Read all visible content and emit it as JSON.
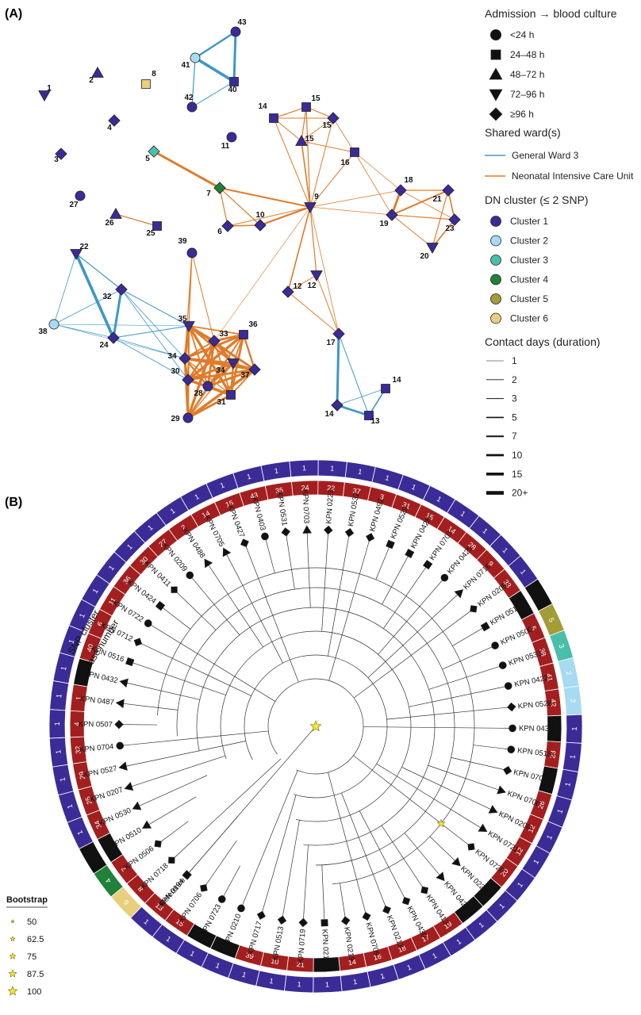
{
  "panels": {
    "a": "(A)",
    "b": "(B)"
  },
  "colors": {
    "node_fill": "#3b2b96",
    "general_ward": "#3d97c8",
    "nicu": "#e07b2a",
    "ring_outer": "#3b2b96",
    "ring_inner": "#a31f1f",
    "ring_none": "#111111"
  },
  "legend": {
    "admission_title": "Admission → blood culture",
    "admission_items": [
      {
        "shape": "circle",
        "label": "<24 h"
      },
      {
        "shape": "square",
        "label": "24–48 h"
      },
      {
        "shape": "triangle-up",
        "label": "48–72 h"
      },
      {
        "shape": "triangle-down",
        "label": "72–96 h"
      },
      {
        "shape": "diamond",
        "label": "≥96 h"
      }
    ],
    "ward_title": "Shared ward(s)",
    "ward_items": [
      {
        "label": "General Ward 3",
        "color": "#3d97c8"
      },
      {
        "label": "Neonatal Intensive Care Unit",
        "color": "#e07b2a"
      }
    ],
    "cluster_title": "DN cluster (≤ 2 SNP)",
    "cluster_items": [
      {
        "label": "Cluster 1",
        "color": "#3b2b96"
      },
      {
        "label": "Cluster 2",
        "color": "#a6dbf2"
      },
      {
        "label": "Cluster 3",
        "color": "#49bfa9"
      },
      {
        "label": "Cluster 4",
        "color": "#21803a"
      },
      {
        "label": "Cluster 5",
        "color": "#a39c37"
      },
      {
        "label": "Cluster 6",
        "color": "#e8cf7d"
      }
    ],
    "contact_title": "Contact days (duration)",
    "contact_items": [
      {
        "label": "1",
        "w": 0.6
      },
      {
        "label": "2",
        "w": 0.8
      },
      {
        "label": "3",
        "w": 1.0
      },
      {
        "label": "5",
        "w": 1.6
      },
      {
        "label": "7",
        "w": 2.0
      },
      {
        "label": "10",
        "w": 2.8
      },
      {
        "label": "15",
        "w": 3.6
      },
      {
        "label": "20+",
        "w": 4.6
      }
    ]
  },
  "network": {
    "nodes": [
      {
        "label": "1",
        "shape": "triangle-down",
        "cluster": 1
      },
      {
        "label": "2",
        "shape": "triangle-up",
        "cluster": 1
      },
      {
        "label": "8",
        "shape": "square",
        "cluster": 6
      },
      {
        "label": "43",
        "shape": "circle",
        "cluster": 1
      },
      {
        "label": "41",
        "shape": "circle",
        "cluster": 2
      },
      {
        "label": "40",
        "shape": "square",
        "cluster": 1
      },
      {
        "label": "42",
        "shape": "circle",
        "cluster": 1
      },
      {
        "label": "4",
        "shape": "diamond",
        "cluster": 1
      },
      {
        "label": "3",
        "shape": "diamond",
        "cluster": 1
      },
      {
        "label": "11",
        "shape": "circle",
        "cluster": 1
      },
      {
        "label": "5",
        "shape": "diamond",
        "cluster": 3
      },
      {
        "label": "27",
        "shape": "circle",
        "cluster": 1
      },
      {
        "label": "26",
        "shape": "triangle-up",
        "cluster": 1
      },
      {
        "label": "25",
        "shape": "square",
        "cluster": 1
      },
      {
        "label": "7",
        "shape": "diamond",
        "cluster": 4
      },
      {
        "label": "6",
        "shape": "diamond",
        "cluster": 1
      },
      {
        "label": "10",
        "shape": "diamond",
        "cluster": 1
      },
      {
        "label": "9",
        "shape": "triangle-down",
        "cluster": 1
      },
      {
        "label": "14",
        "shape": "square",
        "cluster": 1
      },
      {
        "label": "15",
        "shape": "square",
        "cluster": 1
      },
      {
        "label": "15",
        "shape": "diamond",
        "cluster": 1
      },
      {
        "label": "15",
        "shape": "triangle-up",
        "cluster": 1
      },
      {
        "label": "16",
        "shape": "square",
        "cluster": 1
      },
      {
        "label": "18",
        "shape": "diamond",
        "cluster": 1
      },
      {
        "label": "21",
        "shape": "diamond",
        "cluster": 1
      },
      {
        "label": "19",
        "shape": "diamond",
        "cluster": 1
      },
      {
        "label": "23",
        "shape": "diamond",
        "cluster": 1
      },
      {
        "label": "20",
        "shape": "triangle-down",
        "cluster": 1
      },
      {
        "label": "12",
        "shape": "diamond",
        "cluster": 1
      },
      {
        "label": "12",
        "shape": "triangle-down",
        "cluster": 1
      },
      {
        "label": "22",
        "shape": "triangle-down",
        "cluster": 1
      },
      {
        "label": "38",
        "shape": "circle",
        "cluster": 2
      },
      {
        "label": "32",
        "shape": "diamond",
        "cluster": 1
      },
      {
        "label": "24",
        "shape": "diamond",
        "cluster": 1
      },
      {
        "label": "39",
        "shape": "circle",
        "cluster": 1
      },
      {
        "label": "35",
        "shape": "triangle-down",
        "cluster": 1
      },
      {
        "label": "33",
        "shape": "diamond",
        "cluster": 1
      },
      {
        "label": "36",
        "shape": "square",
        "cluster": 1
      },
      {
        "label": "34",
        "shape": "diamond",
        "cluster": 1
      },
      {
        "label": "34",
        "shape": "triangle-down",
        "cluster": 1
      },
      {
        "label": "30",
        "shape": "diamond",
        "cluster": 1
      },
      {
        "label": "37",
        "shape": "diamond",
        "cluster": 1
      },
      {
        "label": "28",
        "shape": "circle",
        "cluster": 1
      },
      {
        "label": "31",
        "shape": "square",
        "cluster": 1
      },
      {
        "label": "29",
        "shape": "circle",
        "cluster": 1
      },
      {
        "label": "17",
        "shape": "diamond",
        "cluster": 1
      },
      {
        "label": "14",
        "shape": "square",
        "cluster": 1
      },
      {
        "label": "14",
        "shape": "diamond",
        "cluster": 1
      },
      {
        "label": "13",
        "shape": "square",
        "cluster": 1
      }
    ]
  },
  "tree": {
    "reference_label": "Reference",
    "snp_cluster_label": "SNP cluster",
    "case_number_label": "Case number",
    "tips": [
      {
        "id": "KPN 0718",
        "shape": "diamond",
        "case": "8",
        "cluster": "6"
      },
      {
        "id": "KPN 0506",
        "shape": "diamond",
        "case": "7",
        "cluster": "4"
      },
      {
        "id": "KPN 0510",
        "shape": "triangle-up",
        "case": "",
        "cluster": ""
      },
      {
        "id": "KPN 0530",
        "shape": "triangle-up",
        "case": "34",
        "cluster": "1"
      },
      {
        "id": "KPN 0207",
        "shape": "triangle-up",
        "case": "25",
        "cluster": "1"
      },
      {
        "id": "KPN 0527",
        "shape": "triangle-up",
        "case": "29",
        "cluster": "1"
      },
      {
        "id": "KPN 0704",
        "shape": "circle",
        "case": "32",
        "cluster": "1"
      },
      {
        "id": "KPN 0507",
        "shape": "diamond",
        "case": "4",
        "cluster": "1"
      },
      {
        "id": "KPN 0487",
        "shape": "triangle-up",
        "case": "1",
        "cluster": "1"
      },
      {
        "id": "KPN 0432",
        "shape": "triangle-up",
        "case": "",
        "cluster": "1"
      },
      {
        "id": "KPN 0516",
        "shape": "square",
        "case": "40",
        "cluster": "1"
      },
      {
        "id": "KPN 0712",
        "shape": "diamond",
        "case": "6",
        "cluster": "1"
      },
      {
        "id": "KPN 0722",
        "shape": "circle",
        "case": "11",
        "cluster": "1"
      },
      {
        "id": "KPN 0424",
        "shape": "square",
        "case": "36",
        "cluster": "1"
      },
      {
        "id": "KPN 0411",
        "shape": "diamond",
        "case": "30",
        "cluster": "1"
      },
      {
        "id": "KPN 0209",
        "shape": "circle",
        "case": "27",
        "cluster": "1"
      },
      {
        "id": "KPN 0488",
        "shape": "triangle-up",
        "case": "2",
        "cluster": "1"
      },
      {
        "id": "KPN 0705",
        "shape": "triangle-up",
        "case": "14",
        "cluster": "1"
      },
      {
        "id": "KPN 0427",
        "shape": "diamond",
        "case": "15",
        "cluster": "1"
      },
      {
        "id": "KPN 0403",
        "shape": "circle",
        "case": "43",
        "cluster": "1"
      },
      {
        "id": "KPN 0531",
        "shape": "diamond",
        "case": "35",
        "cluster": "1"
      },
      {
        "id": "KPN 0703",
        "shape": "triangle-up",
        "case": "24",
        "cluster": "1"
      },
      {
        "id": "KPN 0223",
        "shape": "diamond",
        "case": "22",
        "cluster": "1"
      },
      {
        "id": "KPN 0532",
        "shape": "diamond",
        "case": "37",
        "cluster": "1"
      },
      {
        "id": "KPN 0492",
        "shape": "diamond",
        "case": "3",
        "cluster": "1"
      },
      {
        "id": "KPN 0529",
        "shape": "square",
        "case": "31",
        "cluster": "1"
      },
      {
        "id": "KPN 0428",
        "shape": "square",
        "case": "15",
        "cluster": "1"
      },
      {
        "id": "KPN 0707",
        "shape": "square",
        "case": "14",
        "cluster": "1"
      },
      {
        "id": "KPN 0425",
        "shape": "circle",
        "case": "28",
        "cluster": "1"
      },
      {
        "id": "KPN 0716",
        "shape": "triangle-up",
        "case": "9",
        "cluster": "1"
      },
      {
        "id": "KPN 0205",
        "shape": "diamond",
        "case": "33",
        "cluster": "1"
      },
      {
        "id": "KPN 0511",
        "shape": "square",
        "case": "",
        "cluster": ""
      },
      {
        "id": "KPN 0500",
        "shape": "circle",
        "case": "5",
        "cluster": "5"
      },
      {
        "id": "KPN 0533",
        "shape": "circle",
        "case": "38",
        "cluster": "3"
      },
      {
        "id": "KPN 0422",
        "shape": "circle",
        "case": "41",
        "cluster": "2"
      },
      {
        "id": "KPN 0528",
        "shape": "diamond",
        "case": "42",
        "cluster": "2"
      },
      {
        "id": "KPN 0431",
        "shape": "circle",
        "case": "",
        "cluster": "1"
      },
      {
        "id": "KPN 0518",
        "shape": "circle",
        "case": "23",
        "cluster": "1"
      },
      {
        "id": "KPN 0702",
        "shape": "diamond",
        "case": "",
        "cluster": "1"
      },
      {
        "id": "KPN 0700",
        "shape": "triangle-up",
        "case": "26",
        "cluster": "1"
      },
      {
        "id": "KPN 0208",
        "shape": "triangle-up",
        "case": "12",
        "cluster": "1"
      },
      {
        "id": "KPN 0721",
        "shape": "triangle-up",
        "case": "12",
        "cluster": "1"
      },
      {
        "id": "KPN 0720",
        "shape": "diamond",
        "case": "20",
        "cluster": "1"
      },
      {
        "id": "KPN 0220",
        "shape": "triangle-up",
        "case": "",
        "cluster": "1"
      },
      {
        "id": "KPN 0429",
        "shape": "triangle-up",
        "case": "",
        "cluster": "1"
      },
      {
        "id": "KPN 0413",
        "shape": "diamond",
        "case": "19",
        "cluster": "1"
      },
      {
        "id": "KPN 0430",
        "shape": "diamond",
        "case": "17",
        "cluster": "1"
      },
      {
        "id": "KPN 0213",
        "shape": "diamond",
        "case": "18",
        "cluster": "1"
      },
      {
        "id": "KPN 0709",
        "shape": "diamond",
        "case": "16",
        "cluster": "1"
      },
      {
        "id": "KPN 0219",
        "shape": "diamond",
        "case": "14",
        "cluster": "1"
      },
      {
        "id": "KPN 0212",
        "shape": "square",
        "case": "",
        "cluster": "1"
      },
      {
        "id": "KPN 0719",
        "shape": "diamond",
        "case": "21",
        "cluster": "1"
      },
      {
        "id": "KPN 0513",
        "shape": "diamond",
        "case": "10",
        "cluster": "1"
      },
      {
        "id": "KPN 0717",
        "shape": "diamond",
        "case": "39",
        "cluster": "1"
      },
      {
        "id": "KPN 0210",
        "shape": "circle",
        "case": "",
        "cluster": "1"
      },
      {
        "id": "KPN 0723",
        "shape": "circle",
        "case": "",
        "cluster": "1"
      },
      {
        "id": "KPN 0706",
        "shape": "diamond",
        "case": "15",
        "cluster": "1"
      },
      {
        "id": "KPN 0194",
        "shape": "square",
        "case": "13",
        "cluster": "1"
      }
    ]
  },
  "bootstrap": {
    "title": "Bootstrap",
    "items": [
      {
        "label": "50",
        "size": 2
      },
      {
        "label": "62.5",
        "size": 3
      },
      {
        "label": "75",
        "size": 4
      },
      {
        "label": "87.5",
        "size": 5
      },
      {
        "label": "100",
        "size": 6
      }
    ]
  }
}
